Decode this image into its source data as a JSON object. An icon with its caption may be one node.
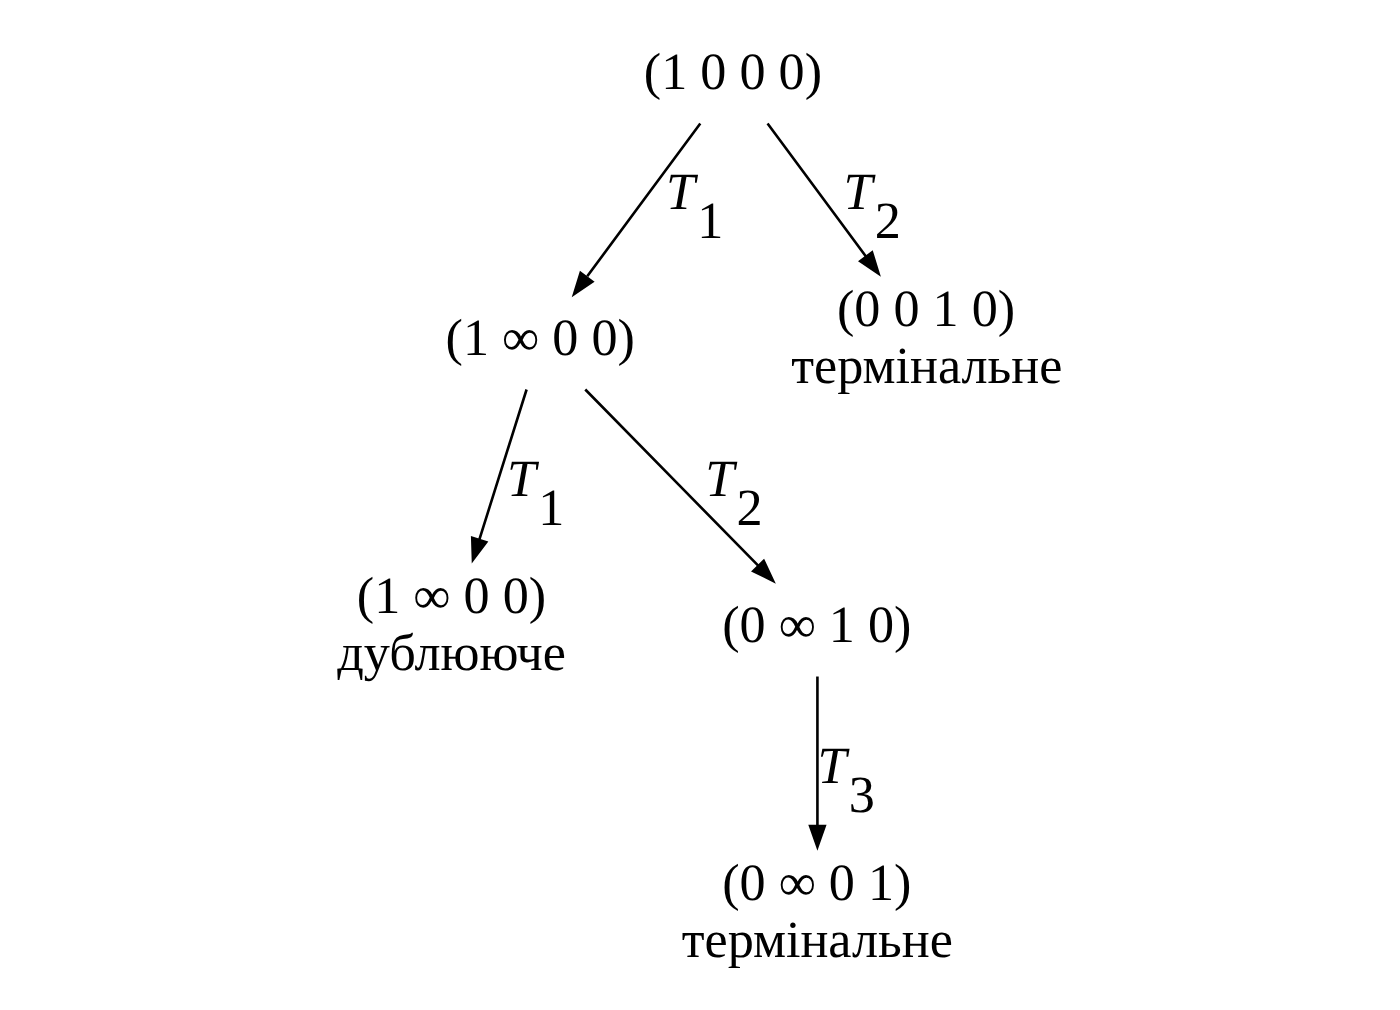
{
  "diagram": {
    "nodes": [
      {
        "text": [
          "(1 0 0 0)"
        ]
      },
      {
        "text": [
          "(1 ∞ 0 0)"
        ]
      },
      {
        "text": [
          "(0 0 1 0)"
        ],
        "beside": [
          "термінальне"
        ]
      },
      {
        "text": [
          "(1 ∞ 0 0)"
        ],
        "beside": [
          "дублююче"
        ]
      },
      {
        "text": [
          "(0 ∞ 1 0)"
        ]
      },
      {
        "text": [
          "(0 ∞ 0 1)"
        ],
        "beside": [
          "термінальне"
        ]
      }
    ],
    "edges": [
      {
        "from": 0,
        "to": 1,
        "arrow": "to",
        "label": "*T*$_{1}$"
      },
      {
        "from": 0,
        "to": 2,
        "arrow": "to",
        "label": "*T*$_{2}$"
      },
      {
        "from": 1,
        "to": 3,
        "arrow": "to",
        "label": "*T*$_{1}$"
      },
      {
        "from": 1,
        "to": 4,
        "arrow": "to",
        "label": "*T*$_{2}$"
      },
      {
        "from": 4,
        "to": 5,
        "arrow": "to",
        "label": "*T*$_{3}$"
      }
    ]
  }
}
